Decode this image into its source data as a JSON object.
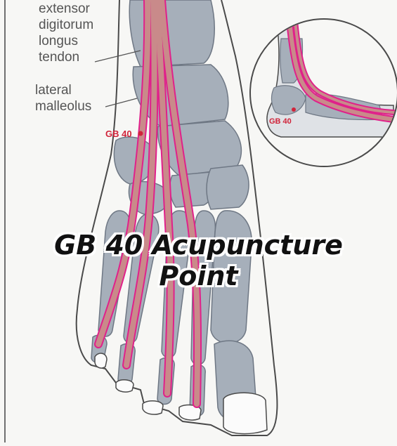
{
  "labels": {
    "tendon_line1": "extensor",
    "tendon_line2": "digitorum",
    "tendon_line3": "longus",
    "tendon_line4": "tendon",
    "malleolus_line1": "lateral",
    "malleolus_line2": "malleolus",
    "point_main": "GB 40",
    "point_inset": "GB 40"
  },
  "title": {
    "line1": "GB 40 Acupuncture",
    "line2": "Point"
  },
  "colors": {
    "bone": "#a6afba",
    "bone_outline": "#6e7784",
    "tendon": "#c98a8a",
    "tendon_edge": "#e0218a",
    "point": "#d0243a",
    "skin_outline": "#4a4a4a"
  }
}
